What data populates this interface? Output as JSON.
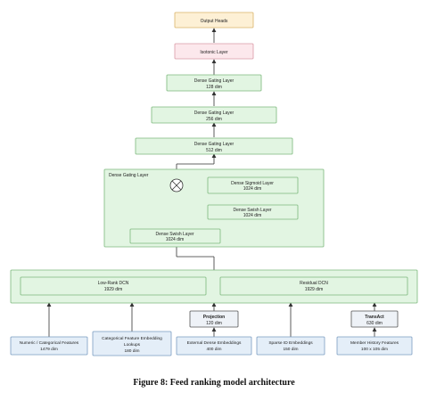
{
  "diagram": {
    "output_heads": "Output Heads",
    "isotonic_layer": "Isotonic Layer",
    "dense_128": {
      "title": "Dense Gating Layer",
      "dim": "128 dim"
    },
    "dense_256": {
      "title": "Dense Gating Layer",
      "dim": "256 dim"
    },
    "dense_512": {
      "title": "Dense Gating Layer",
      "dim": "512 dim"
    },
    "gating_block": {
      "title": "Dense Gating Layer",
      "sigmoid": {
        "title": "Dense Sigmoid Layer",
        "dim": "1024 dim"
      },
      "swish_right": {
        "title": "Dense Swish Layer",
        "dim": "1024 dim"
      },
      "swish_left": {
        "title": "Dense Swish Layer",
        "dim": "1024 dim"
      }
    },
    "dcn": {
      "low_rank": {
        "title": "Low-Rank DCN",
        "dim": "1929 dim"
      },
      "residual": {
        "title": "Residual DCN",
        "dim": "1929 dim"
      }
    },
    "projection": {
      "title": "Projection",
      "dim": "120 dim"
    },
    "transact": {
      "title": "TransAct",
      "dim": "630 dim"
    },
    "inputs": [
      {
        "line1": "Numeric / Categorical Features",
        "line2": "1479 dim",
        "line3": ""
      },
      {
        "line1": "Categorical Feature Embedding",
        "line2": "Lookups",
        "line3": "180 dim"
      },
      {
        "line1": "External Dense Embeddings",
        "line2": "400 dim",
        "line3": ""
      },
      {
        "line1": "Sparse ID Embeddings",
        "line2": "150 dim",
        "line3": ""
      },
      {
        "line1": "Member History Features",
        "line2": "100 x 105 dim",
        "line3": ""
      }
    ]
  },
  "caption": "Figure 8: Feed ranking model architecture",
  "colors": {
    "output_fill": "#fdf0d5",
    "isotonic_fill": "#fce8ec",
    "dense_fill": "#e2f5e2",
    "dense_stroke": "#7cb97c",
    "input_fill": "#e4eef8",
    "input_stroke": "#7a9cc0",
    "proj_fill": "#eef2f7"
  }
}
